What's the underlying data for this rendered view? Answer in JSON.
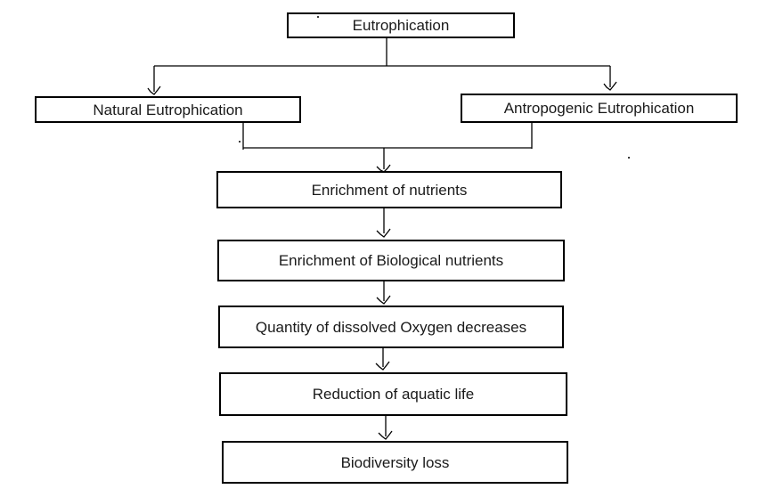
{
  "diagram": {
    "type": "flowchart",
    "nodes": [
      {
        "id": "eutrophication",
        "label": "Eutrophication"
      },
      {
        "id": "natural-eutrophication",
        "label": "Natural Eutrophication"
      },
      {
        "id": "antropogenic-eutrophication",
        "label": "Antropogenic Eutrophication"
      },
      {
        "id": "enrichment-of-nutrients",
        "label": "Enrichment of nutrients"
      },
      {
        "id": "enrichment-of-biological-nutrients",
        "label": "Enrichment of Biological nutrients"
      },
      {
        "id": "oxygen-decrease",
        "label": "Quantity of dissolved Oxygen decreases"
      },
      {
        "id": "reduction-of-aquatic-life",
        "label": "Reduction of aquatic life"
      },
      {
        "id": "biodiversity-loss",
        "label": "Biodiversity loss"
      }
    ],
    "edges": [
      {
        "from": "eutrophication",
        "to": "natural-eutrophication"
      },
      {
        "from": "eutrophication",
        "to": "antropogenic-eutrophication"
      },
      {
        "from": "natural-eutrophication",
        "to": "enrichment-of-nutrients"
      },
      {
        "from": "antropogenic-eutrophication",
        "to": "enrichment-of-nutrients"
      },
      {
        "from": "enrichment-of-nutrients",
        "to": "enrichment-of-biological-nutrients"
      },
      {
        "from": "enrichment-of-biological-nutrients",
        "to": "oxygen-decrease"
      },
      {
        "from": "oxygen-decrease",
        "to": "reduction-of-aquatic-life"
      },
      {
        "from": "reduction-of-aquatic-life",
        "to": "biodiversity-loss"
      }
    ],
    "colors": {
      "background": "#ffffff",
      "box_border": "#000000",
      "text": "#1a1a1a",
      "line": "#000000"
    }
  }
}
